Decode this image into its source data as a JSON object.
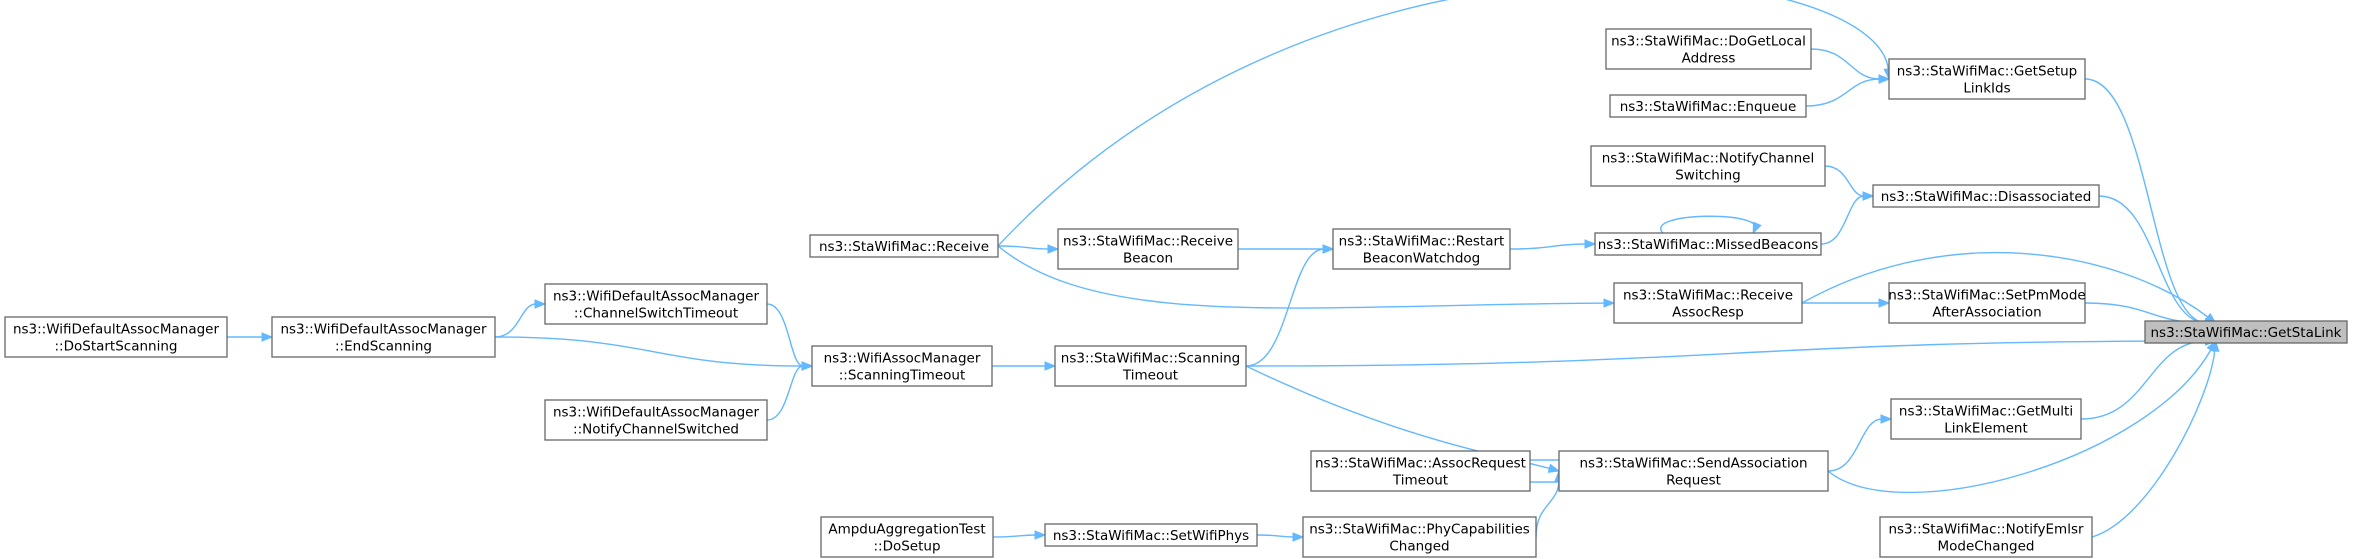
{
  "graph": {
    "nodes": [
      {
        "id": "GetStaLink",
        "lines": [
          "ns3::StaWifiMac::GetStaLink"
        ],
        "root": true
      },
      {
        "id": "GetSetupLinkIds",
        "lines": [
          "ns3::StaWifiMac::GetSetup",
          "LinkIds"
        ]
      },
      {
        "id": "DoGetLocalAddress",
        "lines": [
          "ns3::StaWifiMac::DoGetLocal",
          "Address"
        ]
      },
      {
        "id": "Enqueue",
        "lines": [
          "ns3::StaWifiMac::Enqueue"
        ]
      },
      {
        "id": "NotifyChannelSwitching",
        "lines": [
          "ns3::StaWifiMac::NotifyChannel",
          "Switching"
        ]
      },
      {
        "id": "Disassociated",
        "lines": [
          "ns3::StaWifiMac::Disassociated"
        ]
      },
      {
        "id": "MissedBeacons",
        "lines": [
          "ns3::StaWifiMac::MissedBeacons"
        ]
      },
      {
        "id": "RestartBeaconWatchdog",
        "lines": [
          "ns3::StaWifiMac::Restart",
          "BeaconWatchdog"
        ]
      },
      {
        "id": "ReceiveBeacon",
        "lines": [
          "ns3::StaWifiMac::Receive",
          "Beacon"
        ]
      },
      {
        "id": "Receive",
        "lines": [
          "ns3::StaWifiMac::Receive"
        ]
      },
      {
        "id": "ReceiveAssocResp",
        "lines": [
          "ns3::StaWifiMac::Receive",
          "AssocResp"
        ]
      },
      {
        "id": "SetPmModeAfterAssociation",
        "lines": [
          "ns3::StaWifiMac::SetPmMode",
          "AfterAssociation"
        ]
      },
      {
        "id": "ScanningTimeout",
        "lines": [
          "ns3::StaWifiMac::Scanning",
          "Timeout"
        ]
      },
      {
        "id": "WifiAssocManagerScanningTimeout",
        "lines": [
          "ns3::WifiAssocManager",
          "::ScanningTimeout"
        ]
      },
      {
        "id": "ChannelSwitchTimeout",
        "lines": [
          "ns3::WifiDefaultAssocManager",
          "::ChannelSwitchTimeout"
        ]
      },
      {
        "id": "EndScanning",
        "lines": [
          "ns3::WifiDefaultAssocManager",
          "::EndScanning"
        ]
      },
      {
        "id": "DoStartScanning",
        "lines": [
          "ns3::WifiDefaultAssocManager",
          "::DoStartScanning"
        ]
      },
      {
        "id": "NotifyChannelSwitched",
        "lines": [
          "ns3::WifiDefaultAssocManager",
          "::NotifyChannelSwitched"
        ]
      },
      {
        "id": "GetMultiLinkElement",
        "lines": [
          "ns3::StaWifiMac::GetMulti",
          "LinkElement"
        ]
      },
      {
        "id": "SendAssociationRequest",
        "lines": [
          "ns3::StaWifiMac::SendAssociation",
          "Request"
        ]
      },
      {
        "id": "AssocRequestTimeout",
        "lines": [
          "ns3::StaWifiMac::AssocRequest",
          "Timeout"
        ]
      },
      {
        "id": "PhyCapabilitiesChanged",
        "lines": [
          "ns3::StaWifiMac::PhyCapabilities",
          "Changed"
        ]
      },
      {
        "id": "SetWifiPhys",
        "lines": [
          "ns3::StaWifiMac::SetWifiPhys"
        ]
      },
      {
        "id": "AmpduAggregationTestDoSetup",
        "lines": [
          "AmpduAggregationTest",
          "::DoSetup"
        ]
      },
      {
        "id": "NotifyEmlsrModeChanged",
        "lines": [
          "ns3::StaWifiMac::NotifyEmlsr",
          "ModeChanged"
        ]
      }
    ],
    "edges": [
      {
        "from": "GetSetupLinkIds",
        "to": "GetStaLink"
      },
      {
        "from": "DoGetLocalAddress",
        "to": "GetSetupLinkIds"
      },
      {
        "from": "Enqueue",
        "to": "GetSetupLinkIds"
      },
      {
        "from": "Receive",
        "to": "GetSetupLinkIds"
      },
      {
        "from": "Disassociated",
        "to": "GetStaLink"
      },
      {
        "from": "NotifyChannelSwitching",
        "to": "Disassociated"
      },
      {
        "from": "MissedBeacons",
        "to": "Disassociated"
      },
      {
        "from": "MissedBeacons",
        "to": "MissedBeacons"
      },
      {
        "from": "RestartBeaconWatchdog",
        "to": "MissedBeacons"
      },
      {
        "from": "ReceiveBeacon",
        "to": "RestartBeaconWatchdog"
      },
      {
        "from": "ScanningTimeout",
        "to": "RestartBeaconWatchdog"
      },
      {
        "from": "Receive",
        "to": "ReceiveBeacon"
      },
      {
        "from": "ReceiveAssocResp",
        "to": "GetStaLink"
      },
      {
        "from": "Receive",
        "to": "ReceiveAssocResp"
      },
      {
        "from": "SetPmModeAfterAssociation",
        "to": "GetStaLink"
      },
      {
        "from": "ReceiveAssocResp",
        "to": "SetPmModeAfterAssociation"
      },
      {
        "from": "ScanningTimeout",
        "to": "GetStaLink"
      },
      {
        "from": "WifiAssocManagerScanningTimeout",
        "to": "ScanningTimeout"
      },
      {
        "from": "ChannelSwitchTimeout",
        "to": "WifiAssocManagerScanningTimeout"
      },
      {
        "from": "EndScanning",
        "to": "WifiAssocManagerScanningTimeout"
      },
      {
        "from": "NotifyChannelSwitched",
        "to": "WifiAssocManagerScanningTimeout"
      },
      {
        "from": "EndScanning",
        "to": "ChannelSwitchTimeout"
      },
      {
        "from": "DoStartScanning",
        "to": "EndScanning"
      },
      {
        "from": "GetMultiLinkElement",
        "to": "GetStaLink"
      },
      {
        "from": "SendAssociationRequest",
        "to": "GetMultiLinkElement"
      },
      {
        "from": "SendAssociationRequest",
        "to": "GetStaLink"
      },
      {
        "from": "ScanningTimeout",
        "to": "SendAssociationRequest"
      },
      {
        "from": "SendAssociationRequest",
        "to": "AssocRequestTimeout"
      },
      {
        "from": "AssocRequestTimeout",
        "to": "SendAssociationRequest"
      },
      {
        "from": "PhyCapabilitiesChanged",
        "to": "SendAssociationRequest"
      },
      {
        "from": "SetWifiPhys",
        "to": "PhyCapabilitiesChanged"
      },
      {
        "from": "AmpduAggregationTestDoSetup",
        "to": "SetWifiPhys"
      },
      {
        "from": "NotifyEmlsrModeChanged",
        "to": "GetStaLink"
      }
    ]
  },
  "colors": {
    "edge": "#63b8ff",
    "node_border": "#666666",
    "root_fill": "#bfbfbf"
  }
}
